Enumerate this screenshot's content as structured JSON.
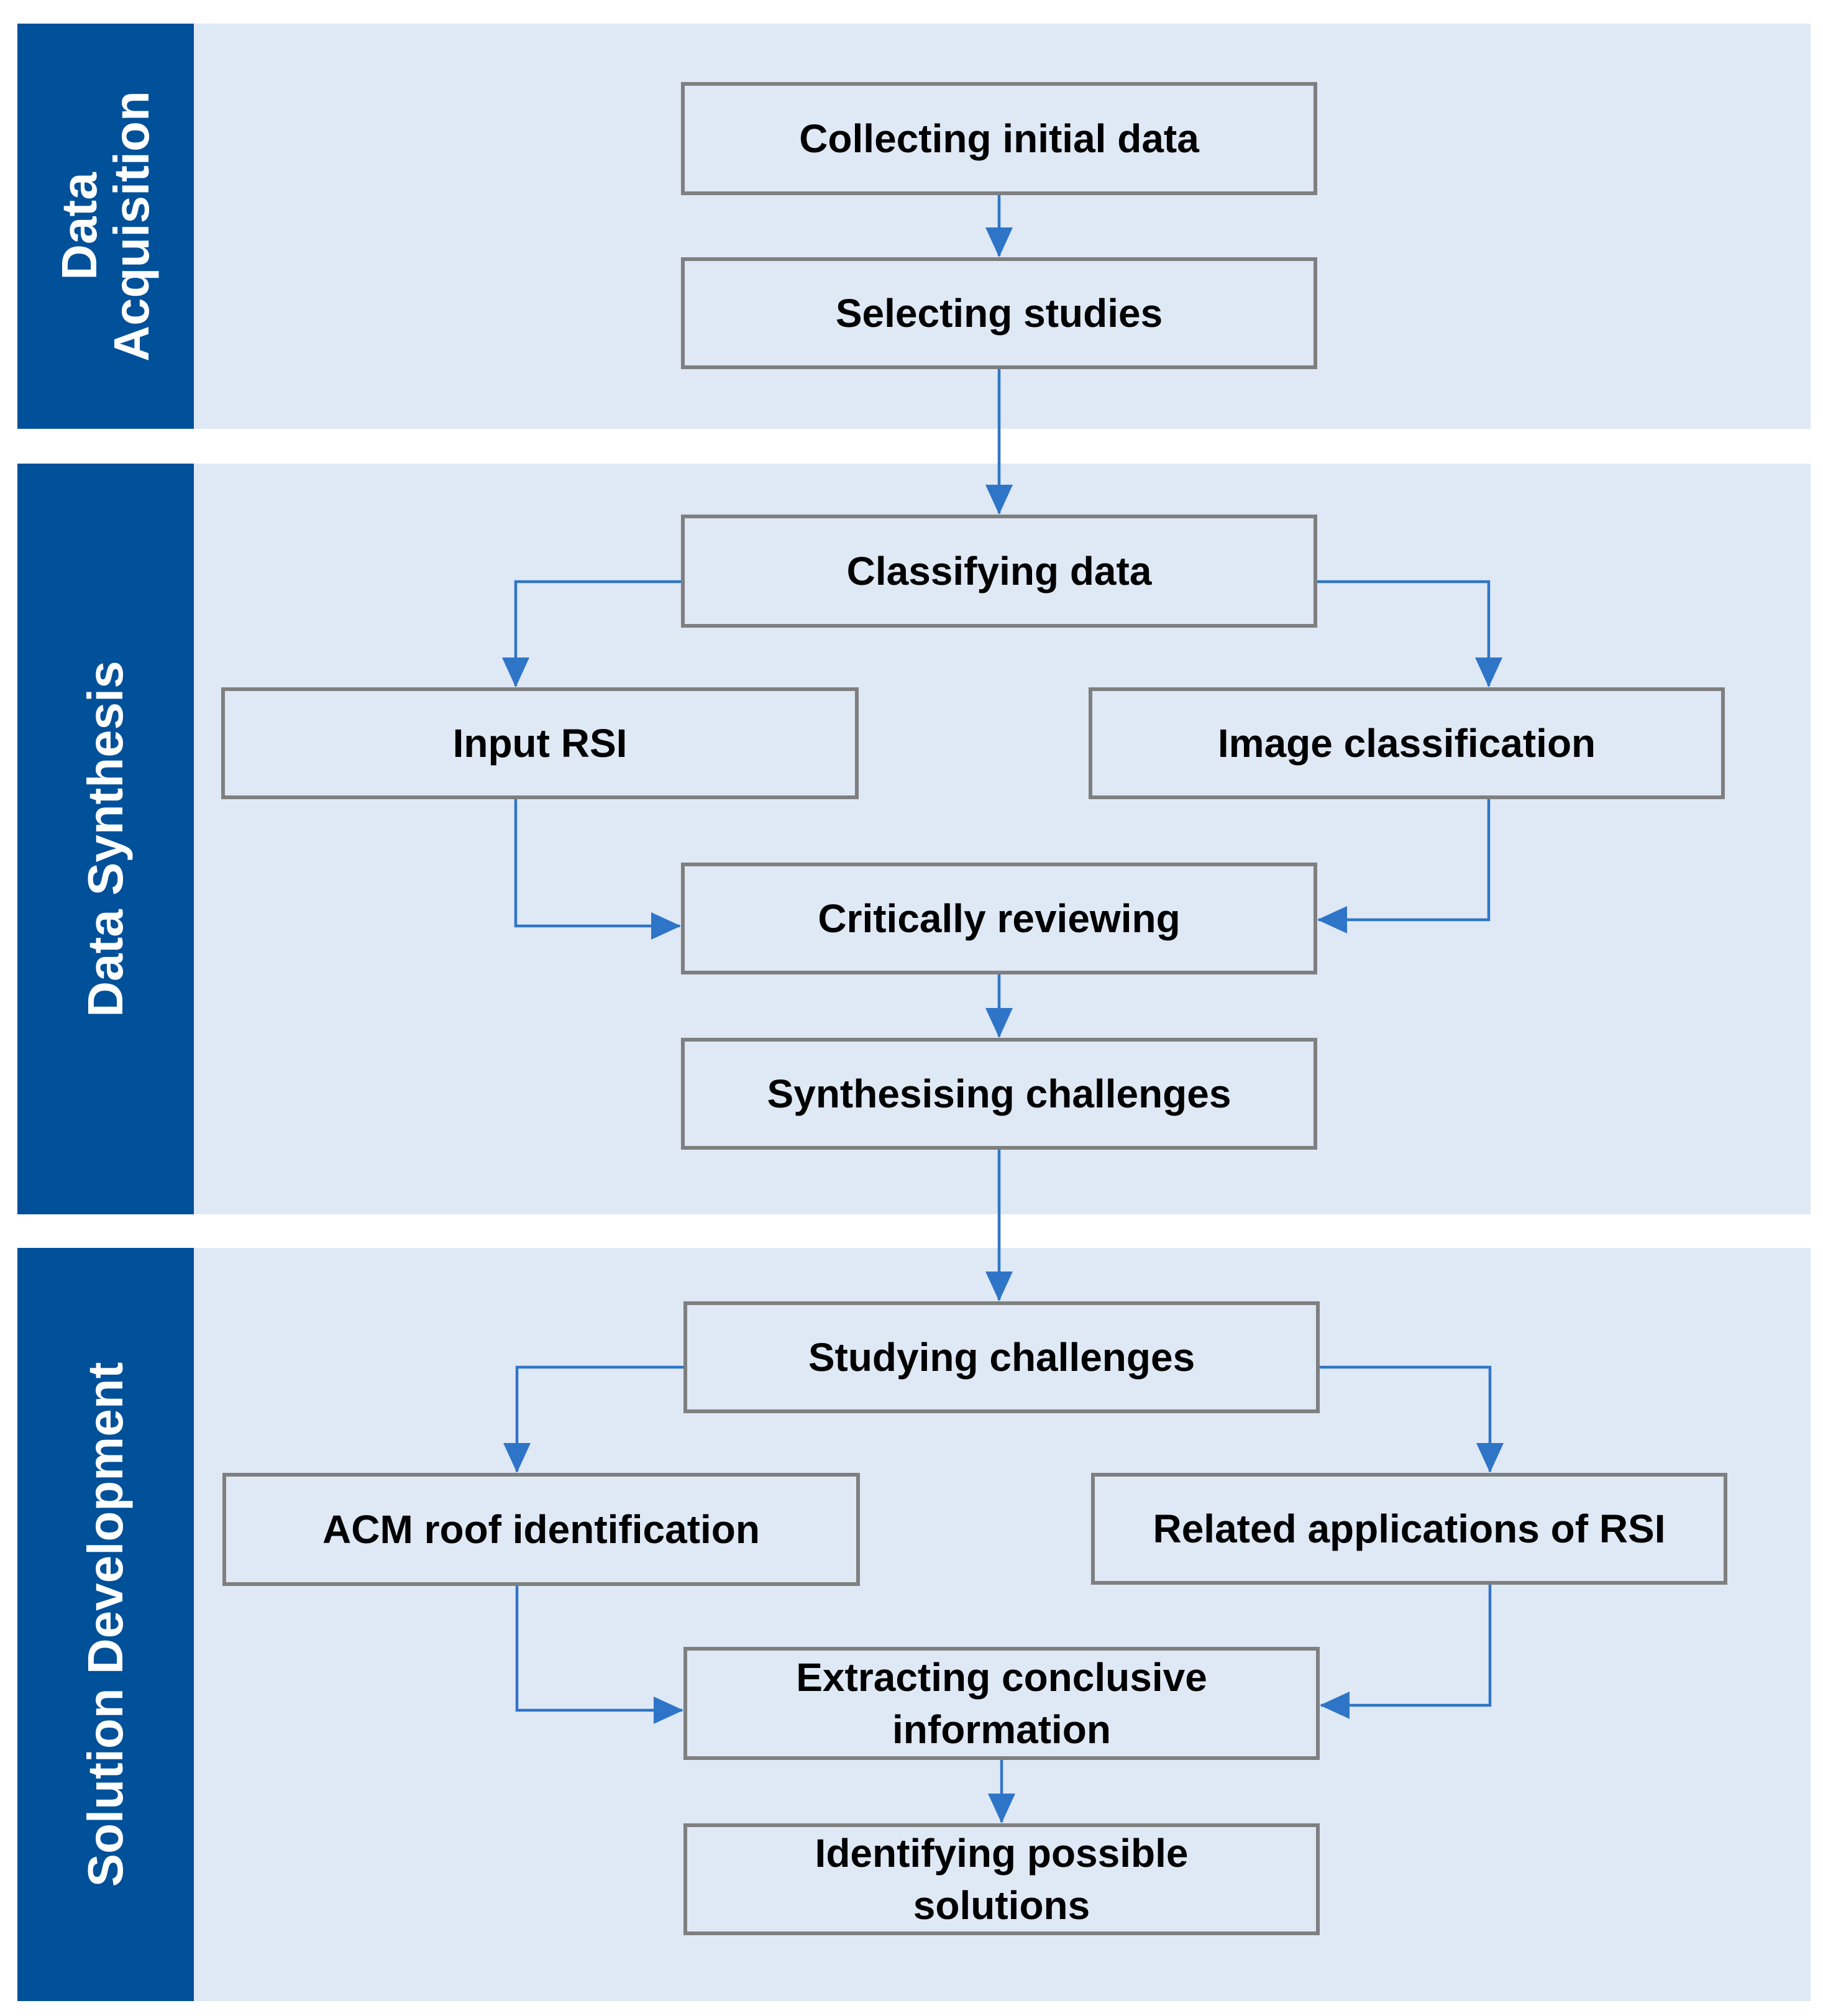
{
  "phases": {
    "acquisition": {
      "label": "Data\nAcquisition"
    },
    "synthesis": {
      "label": "Data Synthesis"
    },
    "development": {
      "label": "Solution Development"
    }
  },
  "nodes": {
    "collecting": "Collecting initial data",
    "selecting": "Selecting studies",
    "classifying": "Classifying data",
    "input_rsi": "Input RSI",
    "image_classification": "Image classification",
    "critically_reviewing": "Critically reviewing",
    "synthesising": "Synthesising challenges",
    "studying": "Studying challenges",
    "acm_roof": "ACM roof identification",
    "related_applications": "Related applications of RSI",
    "extracting": "Extracting conclusive\ninformation",
    "identifying": "Identifying possible\nsolutions"
  },
  "colors": {
    "phase_label_bg": "#00509a",
    "band_bg": "#dfe8f5",
    "box_border": "#7f7f7f",
    "arrow": "#2e75c8"
  }
}
